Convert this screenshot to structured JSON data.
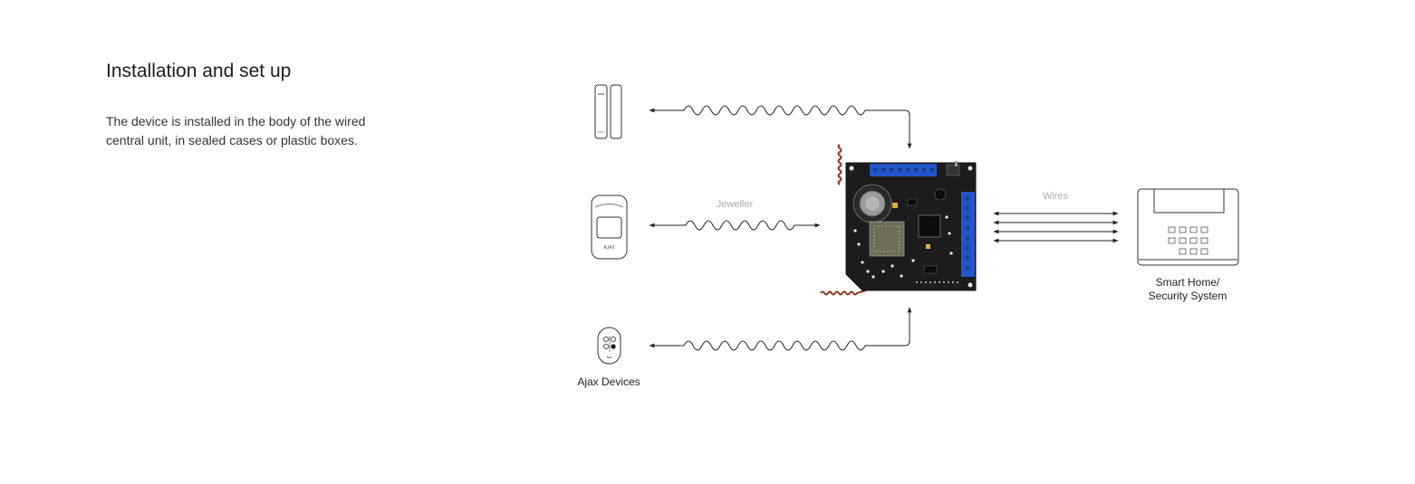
{
  "section": {
    "title": "Installation and set up",
    "description": "The device is installed in the body of the wired central unit, in sealed cases or plastic boxes."
  },
  "diagram": {
    "radio_label": "Jeweller",
    "wires_label": "Wires",
    "devices_label": "Ajax Devices",
    "system_label_line1": "Smart Home/",
    "system_label_line2": "Security System",
    "motion_brand": "AJAX",
    "icons": [
      "door-sensor-icon",
      "motion-detector-icon",
      "keyfob-icon",
      "integration-board-icon",
      "control-panel-icon"
    ],
    "colors": {
      "board": "#1c1c1c",
      "terminal_blue": "#2255c8",
      "antenna": "#8a3a22",
      "line": "#222222",
      "label_grey": "#aaaaaa"
    }
  }
}
